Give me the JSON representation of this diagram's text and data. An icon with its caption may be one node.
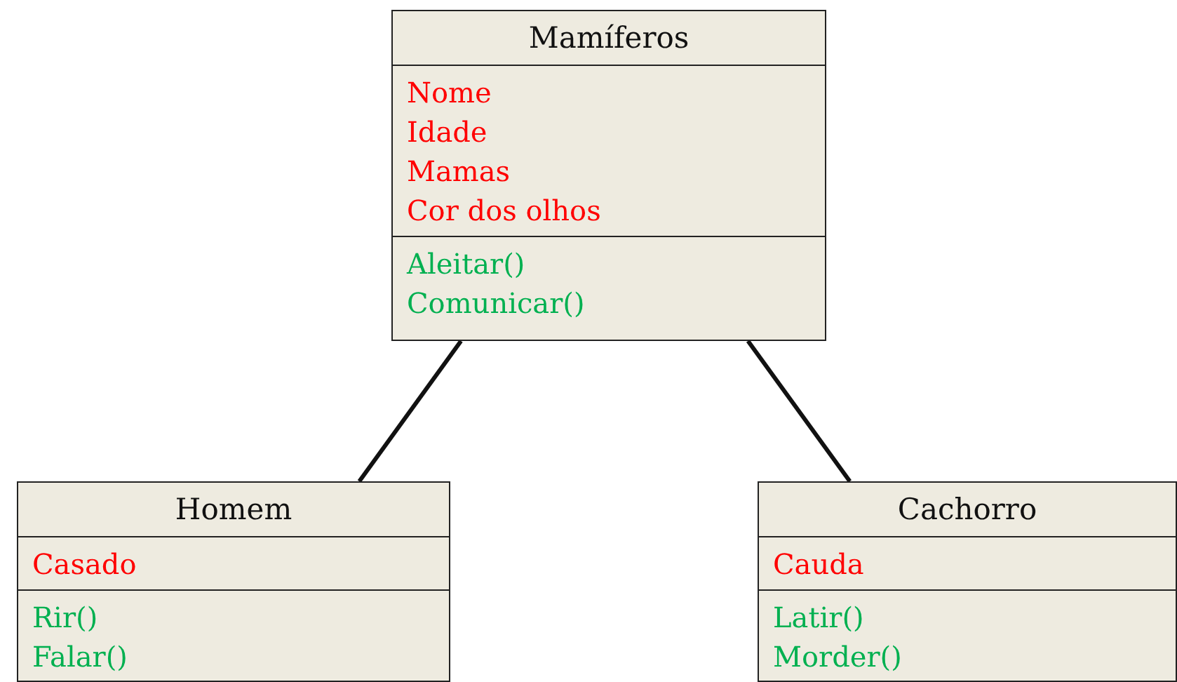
{
  "diagram": {
    "nodes": [
      {
        "text": [
          "Mamíferos"
        ]
      },
      {
        "text": [
          "Nome",
          "Idade",
          "Mamas",
          "Cor dos olhos"
        ],
        "in": 0
      },
      {
        "text": [
          "Aleitar()",
          "Comunicar()"
        ],
        "in": 0
      },
      {
        "text": [
          "Homem"
        ]
      },
      {
        "text": [
          "Casado"
        ],
        "in": 3
      },
      {
        "text": [
          "Rir()",
          "Falar()"
        ],
        "in": 3
      },
      {
        "text": [
          "Cachorro"
        ]
      },
      {
        "text": [
          "Cauda"
        ],
        "in": 6
      },
      {
        "text": [
          "Latir()",
          "Morder()"
        ],
        "in": 6
      }
    ],
    "edges": [
      {
        "from": 3,
        "to": 0,
        "arrow": "none"
      },
      {
        "from": 6,
        "to": 0,
        "arrow": "none"
      }
    ]
  }
}
